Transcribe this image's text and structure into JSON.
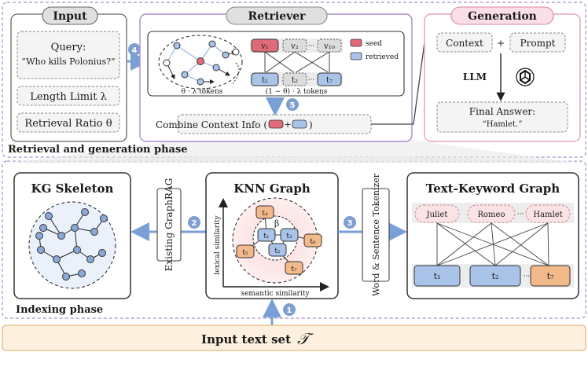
{
  "input": {
    "title": "Input",
    "query_label": "Query:",
    "query_text": "“Who kills Polonius?”",
    "length_limit": "Length Limit λ",
    "retrieval_ratio": "Retrieval Ratio θ"
  },
  "retriever": {
    "title": "Retriever",
    "graph_tokens": "θ · λ tokens",
    "text_tokens": "(1 − θ) · λ tokens",
    "v_nodes": [
      "v₁",
      "v₂",
      "v₁₀"
    ],
    "t_nodes": [
      "t₁",
      "t₂",
      "t₇"
    ],
    "ellipsis": "···",
    "legend_seed": "seed",
    "legend_retrieved": "retrieved",
    "combine": "Combine Context Info (",
    "combine_plus": "+",
    "combine_close": ")"
  },
  "generation": {
    "title": "Generation",
    "context": "Context",
    "plus": "+",
    "prompt": "Prompt",
    "llm": "LLM",
    "final_answer": "Final Answer:",
    "answer_text": "“Hamlet.”"
  },
  "phases": {
    "retrieval": "Retrieval and generation phase",
    "indexing": "Indexing phase"
  },
  "kg": {
    "title": "KG Skeleton"
  },
  "existing": "Existing GraphRAG",
  "knn": {
    "title": "KNN Graph",
    "y_axis": "lexical similarity",
    "x_axis": "semantic similarity",
    "beta": "β",
    "nodes": [
      "t₁",
      "t₂",
      "t₃",
      "t₄",
      "t₅",
      "t₆",
      "t₇"
    ]
  },
  "tokenizer": "Word & Sentence Tokenizer",
  "tkg": {
    "title": "Text-Keyword Graph",
    "keywords": [
      "Juliet",
      "Romeo",
      "Hamlet"
    ],
    "texts": [
      "t₁",
      "t₂",
      "t₇"
    ],
    "ellipsis": "···"
  },
  "input_set": {
    "label": "Input text set",
    "symbol": "𝒯"
  },
  "steps": [
    "1",
    "2",
    "3",
    "4",
    "5"
  ],
  "colors": {
    "phase_border": "#a98bc9",
    "box_border": "#555555",
    "retriever_border": "#a98bc9",
    "generation_border": "#e8a6b6",
    "input_fill": "#fdf0df",
    "input_border": "#e8b77e",
    "seed": "#e06b78",
    "retrieved": "#a9c4e8",
    "orange_node": "#f2b98a",
    "step_badge": "#7f9fd0",
    "arrow_blue": "#7a9fd6"
  }
}
